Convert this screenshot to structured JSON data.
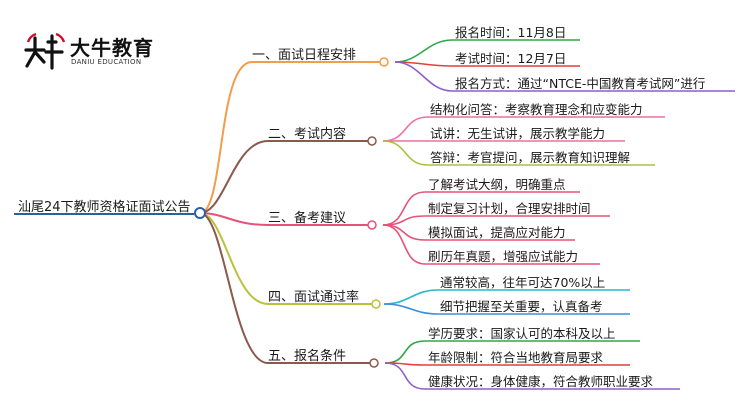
{
  "logo": {
    "brand_cn": "大牛教育",
    "brand_en": "DANIU EDUCATION",
    "mark_text": "大牛",
    "mark_color": "#c8102e"
  },
  "root": {
    "title": "汕尾24下教师资格证面试公告"
  },
  "branches": [
    {
      "title": "一、面试日程安排",
      "color": "#f39c4a",
      "items": [
        {
          "text": "报名时间：11月8日",
          "color": "#2ea84a"
        },
        {
          "text": "考试时间：12月7日",
          "color": "#e0403a"
        },
        {
          "text": "报名方式：通过“NTCE-中国教育考试网”进行",
          "color": "#8e5fc9"
        }
      ]
    },
    {
      "title": "二、考试内容",
      "color": "#8a5a4a",
      "items": [
        {
          "text": "结构化问答：考察教育理念和应变能力",
          "color": "#ef6fa0"
        },
        {
          "text": "试讲：无生试讲，展示教学能力",
          "color": "#ef6fa0"
        },
        {
          "text": "答辩：考官提问，展示教育知识理解",
          "color": "#a8c040"
        }
      ]
    },
    {
      "title": "三、备考建议",
      "color": "#e8527a",
      "items": [
        {
          "text": "了解考试大纲，明确重点",
          "color": "#e8527a"
        },
        {
          "text": "制定复习计划，合理安排时间",
          "color": "#e8527a"
        },
        {
          "text": "模拟面试，提高应对能力",
          "color": "#e8527a"
        },
        {
          "text": "刷历年真题，增强应试能力",
          "color": "#e8527a"
        }
      ]
    },
    {
      "title": "四、面试通过率",
      "color": "#b9c23a",
      "items": [
        {
          "text": "通常较高，往年可达70%以上",
          "color": "#2bb5d0"
        },
        {
          "text": "细节把握至关重要，认真备考",
          "color": "#3a8fd8"
        }
      ]
    },
    {
      "title": "五、报名条件",
      "color": "#8a5a4a",
      "items": [
        {
          "text": "学历要求：国家认可的本科及以上",
          "color": "#2ea84a"
        },
        {
          "text": "年龄限制：符合当地教育局要求",
          "color": "#e0403a"
        },
        {
          "text": "健康状况：身体健康，符合教师职业要求",
          "color": "#8e5fc9"
        }
      ]
    }
  ]
}
